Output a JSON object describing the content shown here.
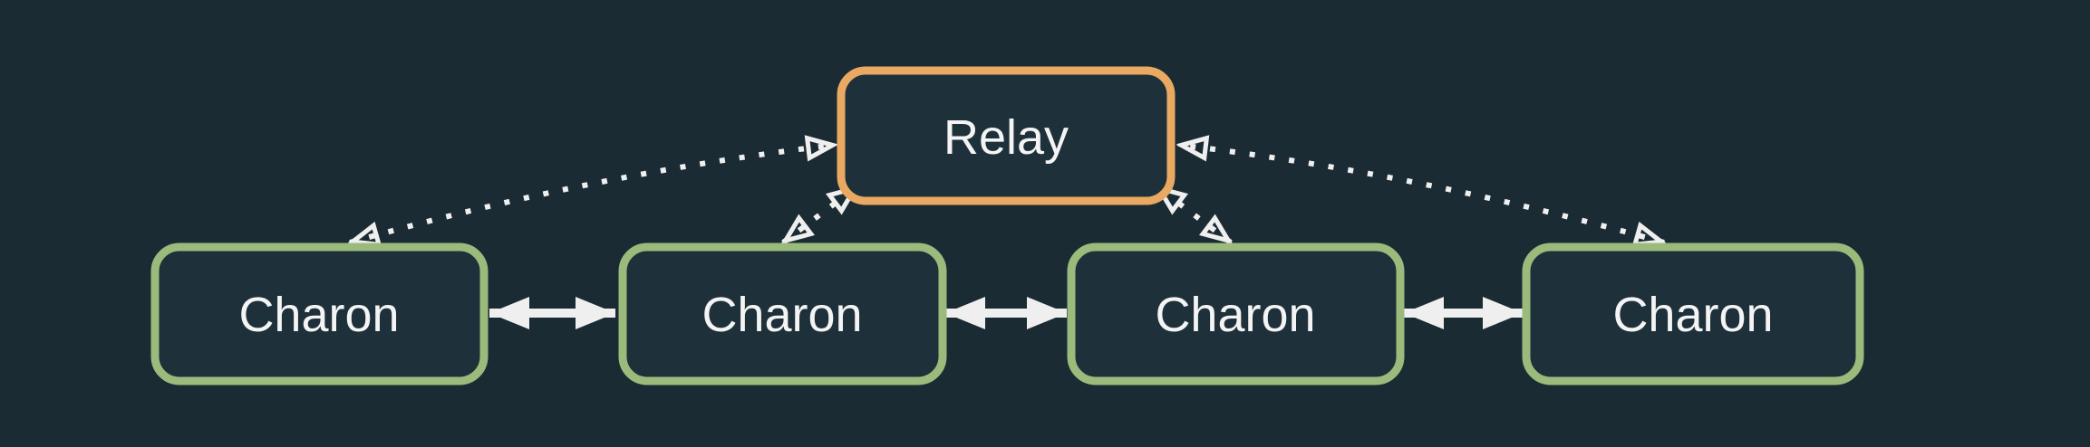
{
  "diagram": {
    "kind": "network-topology",
    "nodes": [
      {
        "id": "relay",
        "label": "Relay",
        "role": "relay"
      },
      {
        "id": "charon-1",
        "label": "Charon",
        "role": "charon"
      },
      {
        "id": "charon-2",
        "label": "Charon",
        "role": "charon"
      },
      {
        "id": "charon-3",
        "label": "Charon",
        "role": "charon"
      },
      {
        "id": "charon-4",
        "label": "Charon",
        "role": "charon"
      }
    ],
    "edges": [
      {
        "from": "charon-1",
        "to": "relay",
        "style": "dotted",
        "direction": "both",
        "arrowhead": "open"
      },
      {
        "from": "charon-2",
        "to": "relay",
        "style": "dotted",
        "direction": "both",
        "arrowhead": "open"
      },
      {
        "from": "charon-3",
        "to": "relay",
        "style": "dotted",
        "direction": "both",
        "arrowhead": "open"
      },
      {
        "from": "charon-4",
        "to": "relay",
        "style": "dotted",
        "direction": "both",
        "arrowhead": "open"
      },
      {
        "from": "charon-1",
        "to": "charon-2",
        "style": "solid",
        "direction": "both",
        "arrowhead": "filled"
      },
      {
        "from": "charon-2",
        "to": "charon-3",
        "style": "solid",
        "direction": "both",
        "arrowhead": "filled"
      },
      {
        "from": "charon-3",
        "to": "charon-4",
        "style": "solid",
        "direction": "both",
        "arrowhead": "filled"
      }
    ],
    "colors": {
      "background": "#1a2b33",
      "node_fill": "#1e313a",
      "relay_border": "#e9a963",
      "charon_border": "#9abb7c",
      "edge": "#efefef",
      "text": "#f4f4f4"
    }
  }
}
